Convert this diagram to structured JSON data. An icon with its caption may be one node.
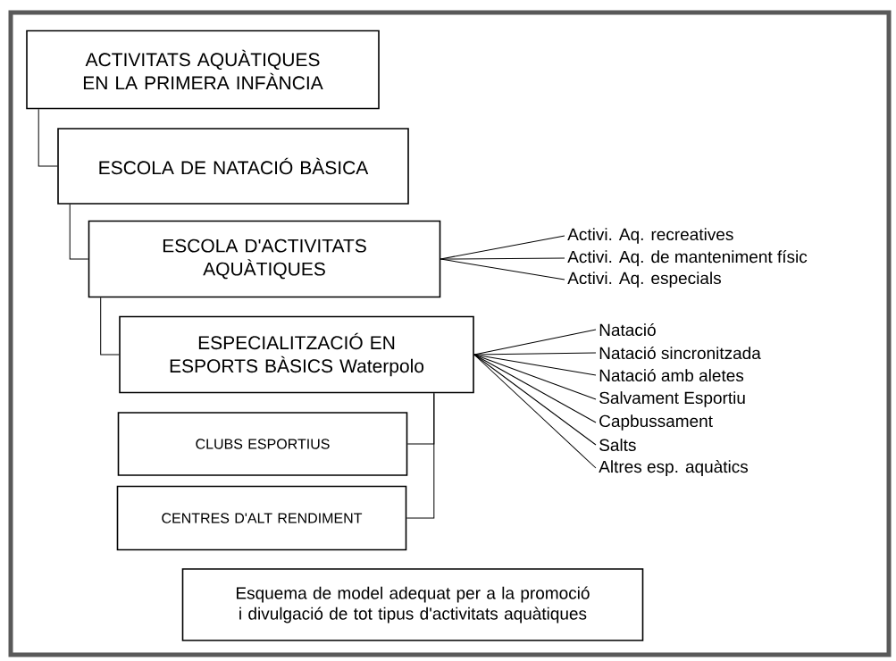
{
  "diagram": {
    "nodes": [
      {
        "text": [
          "ACTIVITATS AQUÀTIQUES EN LA PRIMERA INFÀNCIA"
        ]
      },
      {
        "text": [
          "ESCOLA DE NATACIÓ BÀSICA"
        ]
      },
      {
        "text": [
          "ESCOLA D'ACTIVITATS AQUÀTIQUES"
        ]
      },
      {
        "text": [
          "ESPECIALITZACIÓ EN ESPORTS BÀSICS Waterpolo"
        ]
      },
      {
        "text": [
          "CLUBS ESPORTIUS"
        ]
      },
      {
        "text": [
          "CENTRES D'ALT RENDIMENT"
        ]
      },
      {
        "text": [
          "Esquema de model adequat per a la promoció i divulgació de tot tipus d'activitats aquàtiques"
        ]
      },
      {
        "text": [
          "Activi. Aq. recreatives"
        ]
      },
      {
        "text": [
          "Activi. Aq. de manteniment físic"
        ]
      },
      {
        "text": [
          "Activi. Aq. especials"
        ]
      },
      {
        "text": [
          "Natació"
        ]
      },
      {
        "text": [
          "Natació sincronitzada"
        ]
      },
      {
        "text": [
          "Natació amb aletes"
        ]
      },
      {
        "text": [
          "Salvament Esportiu"
        ]
      },
      {
        "text": [
          "Capbussament"
        ]
      },
      {
        "text": [
          "Salts"
        ]
      },
      {
        "text": [
          "Altres esp. aquàtics"
        ]
      }
    ],
    "edges": [
      {
        "from": 0,
        "to": 1,
        "arrow": "none"
      },
      {
        "from": 1,
        "to": 2,
        "arrow": "none"
      },
      {
        "from": 2,
        "to": 3,
        "arrow": "none"
      },
      {
        "from": 3,
        "to": 4,
        "arrow": "none"
      },
      {
        "from": 3,
        "to": 5,
        "arrow": "none"
      },
      {
        "from": 2,
        "to": 7,
        "arrow": "none"
      },
      {
        "from": 2,
        "to": 8,
        "arrow": "none"
      },
      {
        "from": 2,
        "to": 9,
        "arrow": "none"
      },
      {
        "from": 3,
        "to": 10,
        "arrow": "none"
      },
      {
        "from": 3,
        "to": 11,
        "arrow": "none"
      },
      {
        "from": 3,
        "to": 12,
        "arrow": "none"
      },
      {
        "from": 3,
        "to": 13,
        "arrow": "none"
      },
      {
        "from": 3,
        "to": 14,
        "arrow": "none"
      },
      {
        "from": 3,
        "to": 15,
        "arrow": "none"
      },
      {
        "from": 3,
        "to": 16,
        "arrow": "none"
      }
    ]
  }
}
